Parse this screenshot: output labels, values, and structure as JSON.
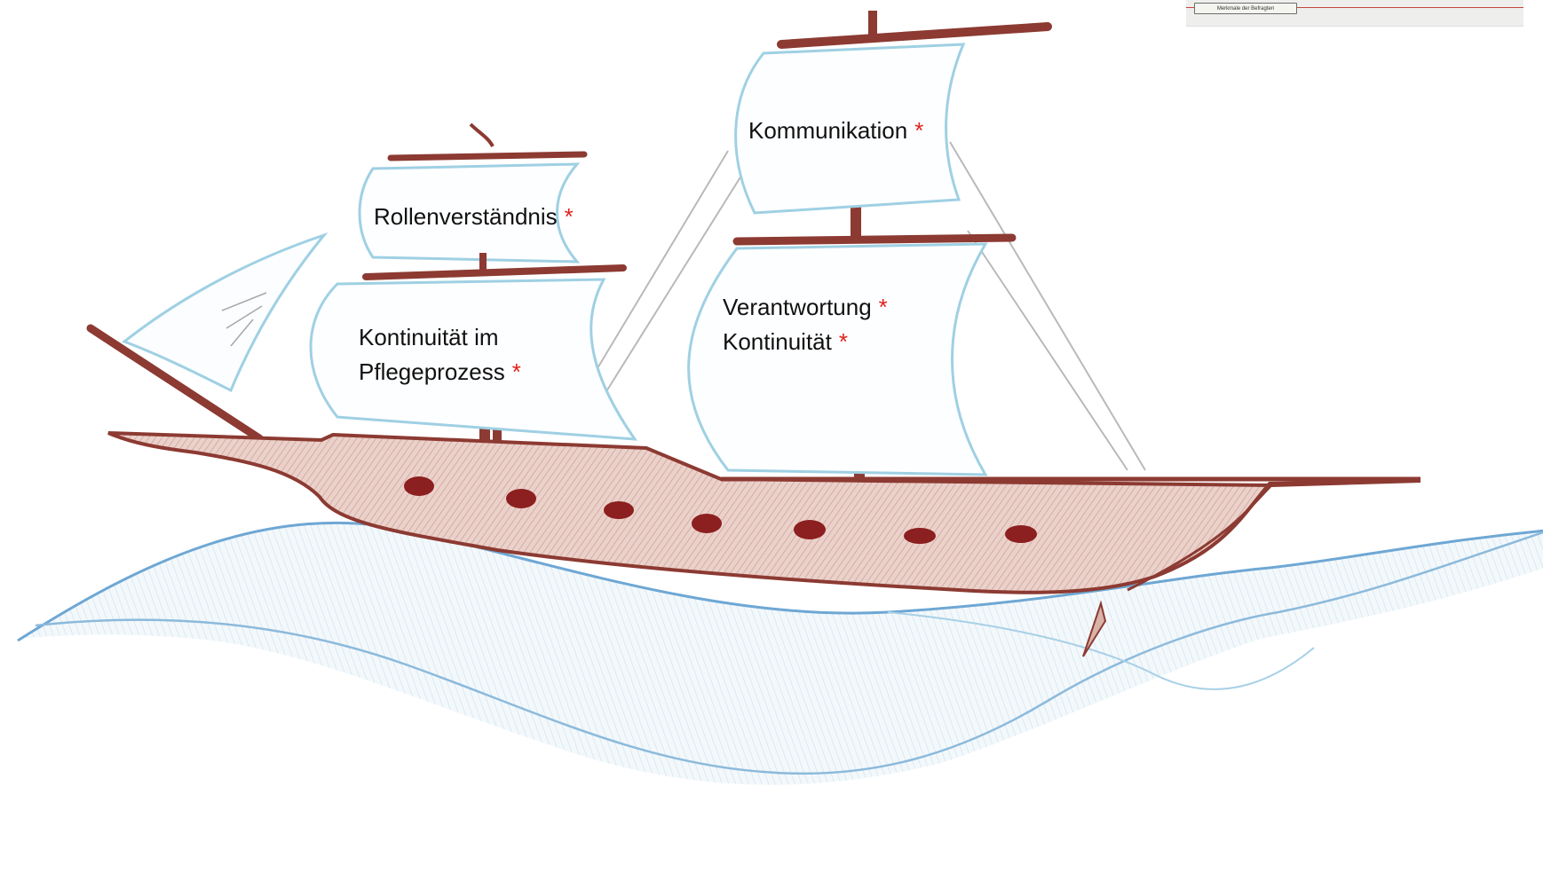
{
  "top_bar": {
    "button_label": "Merkmale der Befragten",
    "accent_color": "#c6453f"
  },
  "sail_labels": {
    "rollenverstaendnis": "Rollenverständnis",
    "kontinuitaet_pflege_line1": "Kontinuität im",
    "kontinuitaet_pflege_line2": "Pflegeprozess",
    "kommunikation": "Kommunikation",
    "verantwortung": "Verantwortung",
    "kontinuitaet": "Kontinuität",
    "marker": "*"
  },
  "colors": {
    "hull": "#8c3a32",
    "hull_fill": "#d9b2a8",
    "sail_outline": "#8ec9df",
    "water": "#7fb3d8",
    "marker": "#e0211d"
  }
}
